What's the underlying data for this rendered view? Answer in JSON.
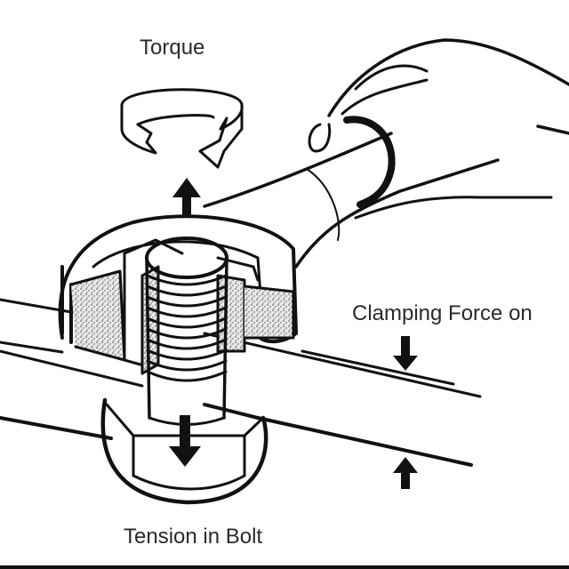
{
  "diagram": {
    "title": "Bolted joint: torque, clamping force and bolt tension",
    "labels": {
      "torque": "Torque",
      "clamping_force": "Clamping Force on",
      "tension": "Tension in Bolt"
    },
    "icons": {
      "torque": "rotation-arrow-icon",
      "up_force": "arrow-up-icon",
      "down_force": "arrow-down-icon",
      "clamp_down": "arrow-down-icon",
      "clamp_up": "arrow-up-icon"
    },
    "colors": {
      "ink": "#111111",
      "text": "#2a2a2a",
      "background": "#ffffff",
      "stipple": "#555555"
    }
  }
}
